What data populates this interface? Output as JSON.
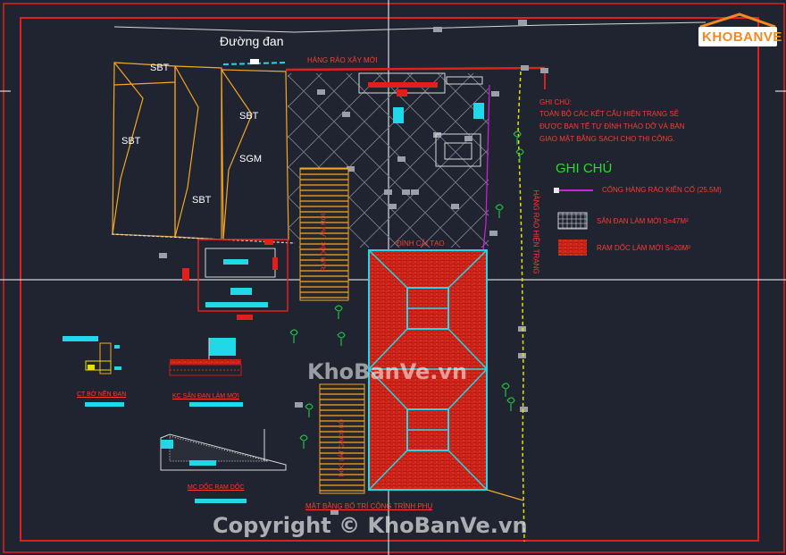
{
  "brand": {
    "logo_text": "KHOBANVE"
  },
  "labels": {
    "road": "Đường đan",
    "new_fence": "HÀNG RÀO XÂY MỚI",
    "existing_fence": "HÀNG RÀO HIỆN TRẠNG",
    "sbt": "SBT",
    "sgm": "SGM",
    "temple": "ĐÌNH CẢI TẠO",
    "ramp_a": "RAM DỐC LÀM MỚI",
    "ramp_b": "DỐC LÁT GẠCH BỔ",
    "detail_1": "CT BỜ NỀN ĐAN",
    "detail_2": "KC SÂN ĐAN LÀM MỚI",
    "detail_3": "MC DỐC RAM DỐC",
    "plan_title": "MẶT BẰNG BỐ TRÍ CÔNG TRÌNH PHỤ"
  },
  "notes": {
    "heading": "GHI CHÚ:",
    "lines": [
      "TOÀN BỘ CÁC KẾT CẤU HIỆN TRẠNG SẼ",
      "ĐƯỢC BAN TẾ TỰ ĐÌNH THÁO DỠ VÀ BÀN",
      "GIAO MẶT BẰNG SẠCH CHO THI CÔNG."
    ]
  },
  "legend": {
    "title": "GHI CHÚ",
    "items": [
      {
        "label": "CỔNG HÀNG RÀO KIẾN CỐ (25.5M)",
        "symbol": "magenta-line"
      },
      {
        "label": "SÂN ĐAN LÀM MỚI S=47M²",
        "symbol": "grid-hatch"
      },
      {
        "label": "RAM DỐC LÀM MỚI S=20M²",
        "symbol": "red-hatch"
      }
    ]
  },
  "watermarks": {
    "center": "KhoBanVe.vn",
    "footer": "Copyright © KhoBanVe.vn"
  },
  "colors": {
    "background": "#1f2430",
    "frame": "#e0201e",
    "building_outline": "#f5a623",
    "existing_fence": "#e8e000",
    "cyan": "#20d8e8",
    "magenta": "#d020e0",
    "brick": "#c81c14",
    "legend_title": "#22e022"
  }
}
